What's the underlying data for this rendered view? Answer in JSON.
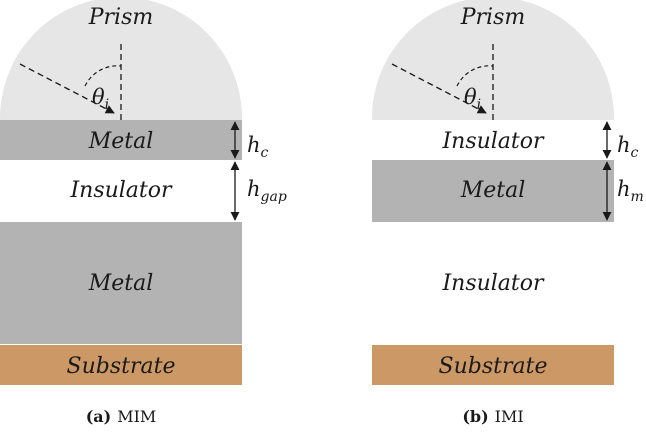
{
  "panel_a": {
    "prism": "Prism",
    "theta_symbol": "θ",
    "theta_sub": "i",
    "layer1": "Metal",
    "layer2": "Insulator",
    "layer3": "Metal",
    "substrate": "Substrate",
    "h1_main": "h",
    "h1_sub": "c",
    "h2_main": "h",
    "h2_sub": "gap",
    "caption_tag": "(a)",
    "caption_text": "MIM"
  },
  "panel_b": {
    "prism": "Prism",
    "theta_symbol": "θ",
    "theta_sub": "i",
    "layer1": "Insulator",
    "layer2": "Metal",
    "layer3": "Insulator",
    "substrate": "Substrate",
    "h1_main": "h",
    "h1_sub": "c",
    "h2_main": "h",
    "h2_sub": "m",
    "caption_tag": "(b)",
    "caption_text": "IMI"
  },
  "colors": {
    "prism": "#e6e6e6",
    "metal": "#b3b3b3",
    "substrate": "#cc9966",
    "insulator": "#ffffff"
  }
}
